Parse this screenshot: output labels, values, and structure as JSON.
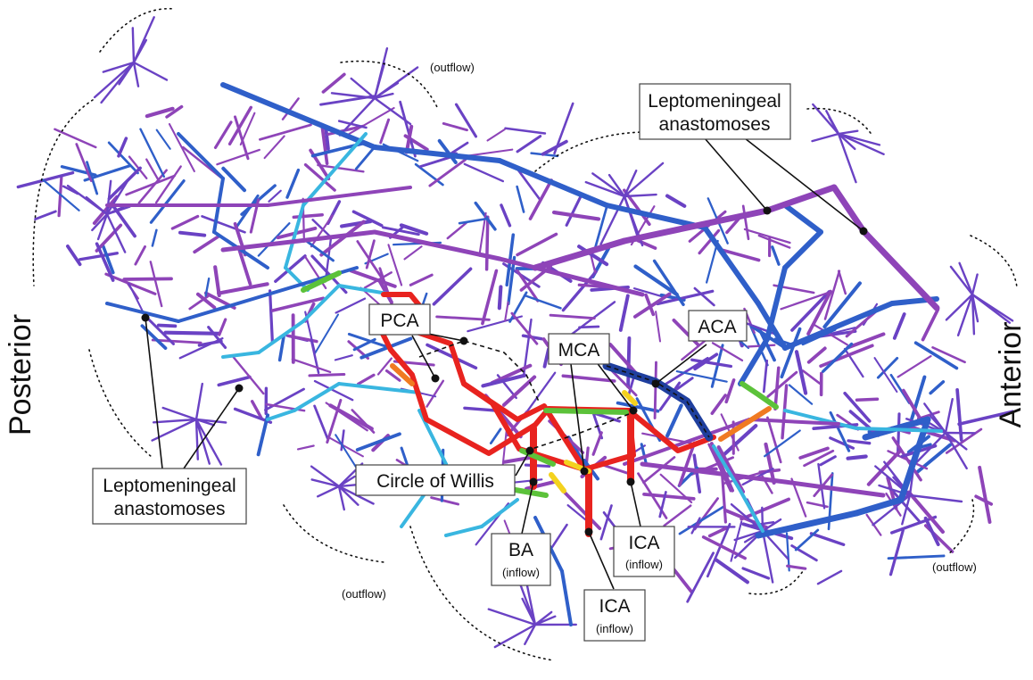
{
  "labels": {
    "posterior": "Posterior",
    "anterior": "Anterior",
    "lepto_top_line1": "Leptomeningeal",
    "lepto_top_line2": "anastomoses",
    "lepto_left_line1": "Leptomeningeal",
    "lepto_left_line2": "anastomoses",
    "pca": "PCA",
    "mca": "MCA",
    "aca": "ACA",
    "circle_of_willis": "Circle of Willis",
    "ba": "BA",
    "ba_sub": "(inflow)",
    "ica_right": "ICA",
    "ica_right_sub": "(inflow)",
    "ica_bottom": "ICA",
    "ica_bottom_sub": "(inflow)",
    "outflow_top": "(outflow)",
    "outflow_bottom_left": "(outflow)",
    "outflow_right": "(outflow)"
  },
  "colors": {
    "purple": "#8e44b8",
    "violet": "#6a42c4",
    "blue": "#2f5fc9",
    "cyan": "#39b6e0",
    "green": "#5cc23a",
    "red": "#e8231f",
    "orange": "#f07a22",
    "yellow": "#f4d21e"
  }
}
